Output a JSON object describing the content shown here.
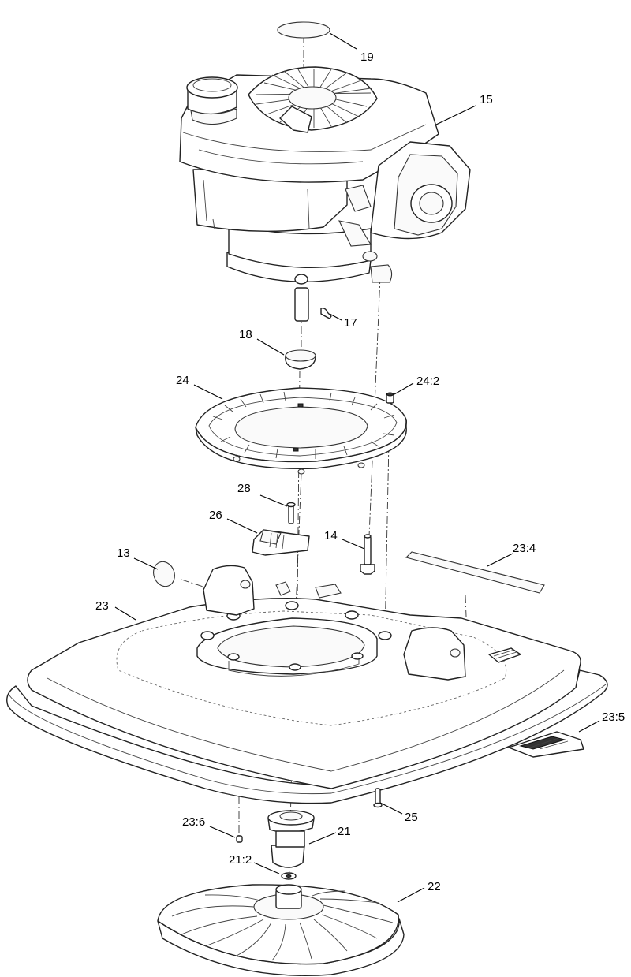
{
  "callouts": {
    "c19": "19",
    "c15": "15",
    "c17": "17",
    "c18": "18",
    "c24": "24",
    "c24_2": "24:2",
    "c28": "28",
    "c26": "26",
    "c14": "14",
    "c13": "13",
    "c23_4": "23:4",
    "c23": "23",
    "c23_5": "23:5",
    "c25": "25",
    "c23_6": "23:6",
    "c21": "21",
    "c21_2": "21:2",
    "c22": "22"
  }
}
